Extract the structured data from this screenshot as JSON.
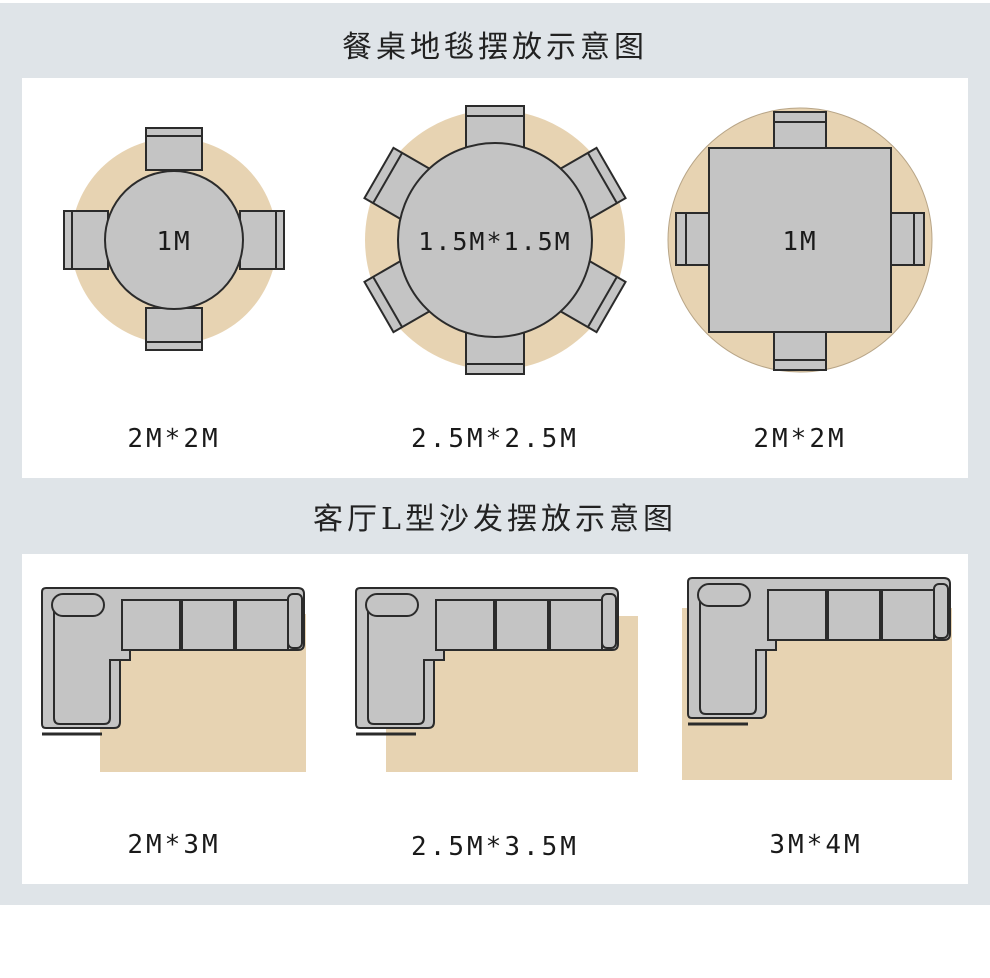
{
  "colors": {
    "background": "#dfe4e8",
    "panel": "#ffffff",
    "rug": "#e7d3b2",
    "furniture": "#c4c4c4",
    "outline": "#2b2b2b"
  },
  "dining": {
    "title": "餐桌地毯摆放示意图",
    "items": [
      {
        "table_label": "1M",
        "rug_size": "2M*2M",
        "table_shape": "round",
        "chairs": 4
      },
      {
        "table_label": "1.5M*1.5M",
        "rug_size": "2.5M*2.5M",
        "table_shape": "round",
        "chairs": 6
      },
      {
        "table_label": "1M",
        "rug_size": "2M*2M",
        "table_shape": "square",
        "chairs": 4
      }
    ]
  },
  "sofa": {
    "title": "客厅L型沙发摆放示意图",
    "items": [
      {
        "rug_size": "2M*3M"
      },
      {
        "rug_size": "2.5M*3.5M"
      },
      {
        "rug_size": "3M*4M"
      }
    ]
  }
}
